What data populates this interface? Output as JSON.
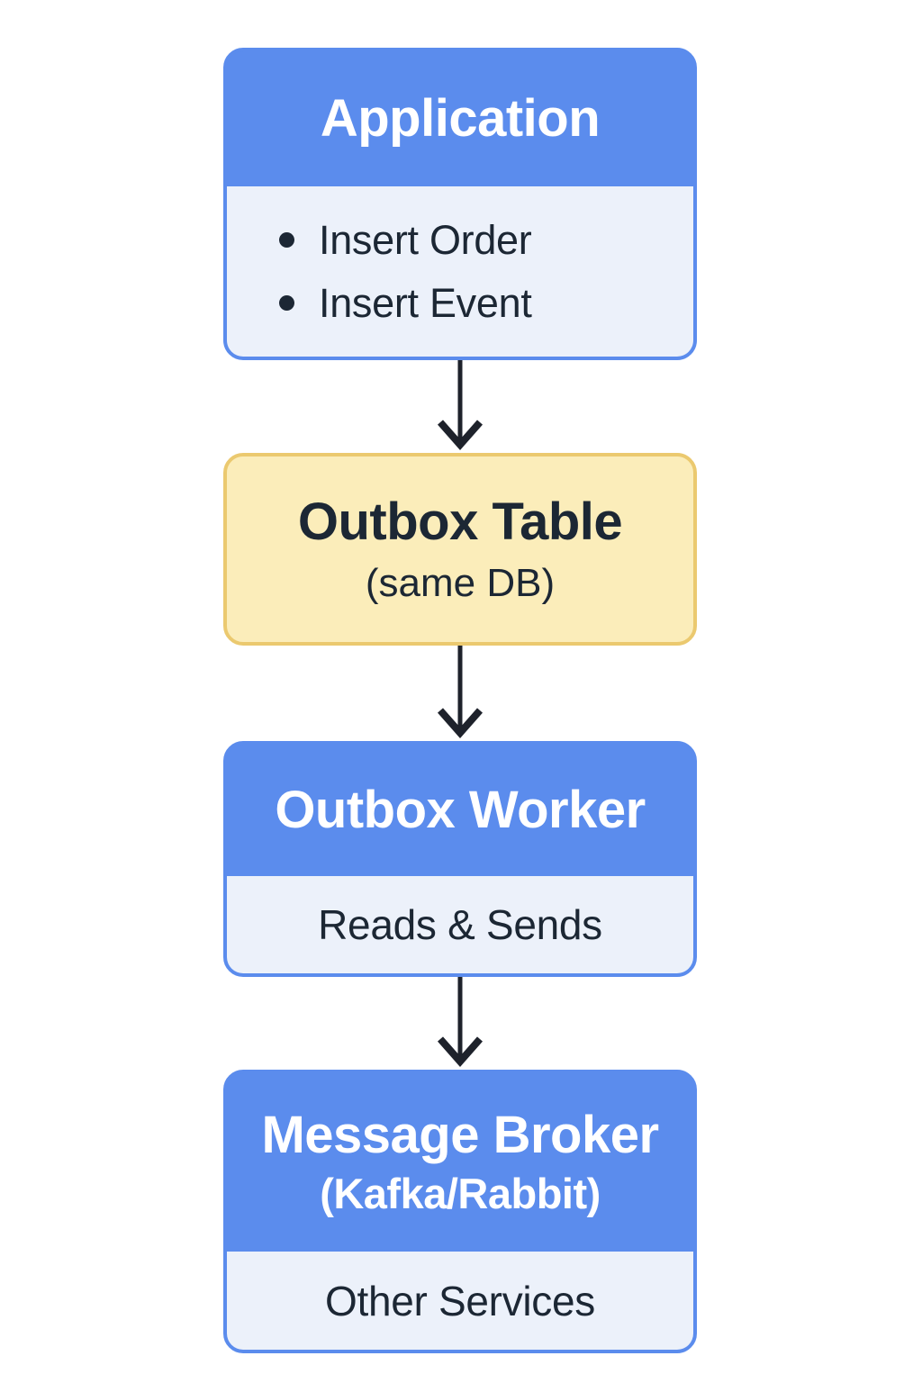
{
  "colors": {
    "node_blue": "#5B8CED",
    "panel_light": "#ECF1FA",
    "yellow_fill": "#FBEDBA",
    "yellow_border": "#EBC96F",
    "dark_text": "#1C2734",
    "arrow": "#1E222B",
    "header_text": "#FFFFFF"
  },
  "icons": {
    "connector": "arrow-down-icon"
  },
  "nodes": {
    "application": {
      "title": "Application",
      "items": [
        "Insert Order",
        "Insert Event"
      ]
    },
    "outbox_table": {
      "title": "Outbox Table",
      "subtitle": "(same DB)"
    },
    "outbox_worker": {
      "title": "Outbox Worker",
      "body": "Reads & Sends"
    },
    "message_broker": {
      "title": "Message Broker",
      "subtitle": "(Kafka/Rabbit)",
      "body": "Other Services"
    }
  }
}
